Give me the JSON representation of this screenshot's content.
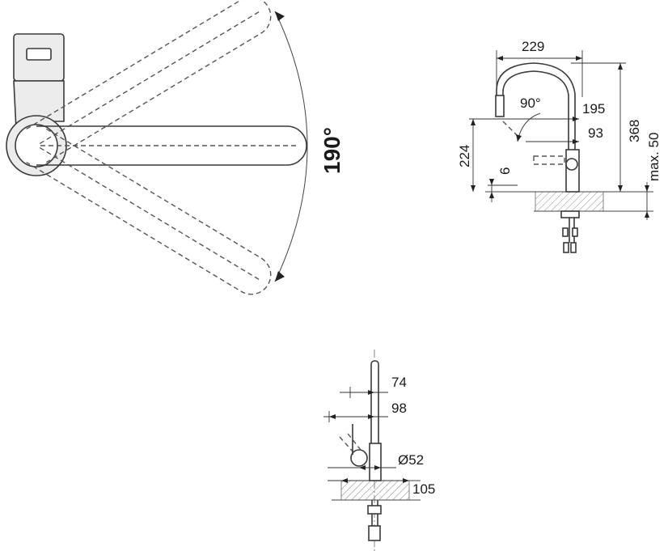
{
  "top_view": {
    "rotation_label": "190°"
  },
  "side_view": {
    "width_label": "229",
    "angle_label": "90°",
    "reach_label": "195",
    "offset_label": "93",
    "spout_height_label": "224",
    "total_height_label": "368",
    "counter_label": "max. 50",
    "small_label": "6"
  },
  "front_view": {
    "d1_label": "74",
    "d2_label": "98",
    "diameter_label": "Ø52",
    "hole_label": "105"
  }
}
